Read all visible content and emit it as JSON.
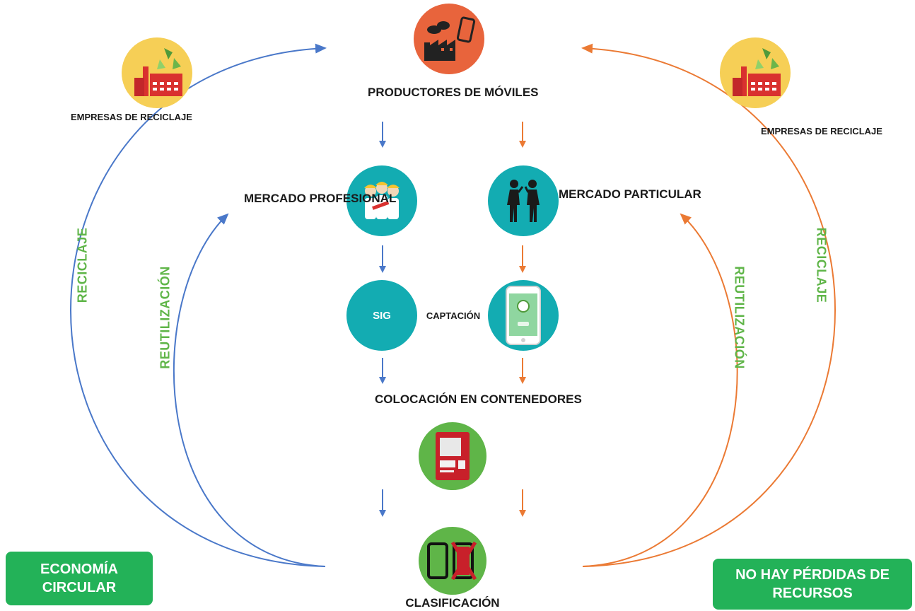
{
  "nodes": {
    "productores": "PRODUCTORES DE MÓVILES",
    "reciclaje_left": "EMPRESAS DE RECICLAJE",
    "reciclaje_right": "EMPRESAS DE RECICLAJE",
    "mercado_profesional": "MERCADO PROFESIONAL",
    "mercado_particular": "MERCADO PARTICULAR",
    "sig": "SIG",
    "captacion": "CAPTACIÓN",
    "colocacion": "COLOCACIÓN EN CONTENEDORES",
    "clasificacion": "CLASIFICACIÓN"
  },
  "cycle_labels": {
    "reciclaje_left": "RECICLAJE",
    "reutilizacion_left": "REUTILIZACIÓN",
    "reutilizacion_right": "REUTILIZACIÓN",
    "reciclaje_right": "RECICLAJE"
  },
  "badges": {
    "economia": "ECONOMÍA CIRCULAR",
    "no_perdidas": "NO HAY PÉRDIDAS DE RECURSOS"
  },
  "colors": {
    "blue": "#4a78c9",
    "orange": "#eb7a34",
    "teal": "#13acb2",
    "green": "#5fb548",
    "label_green": "#5fb548",
    "badge_green": "#23b258"
  }
}
